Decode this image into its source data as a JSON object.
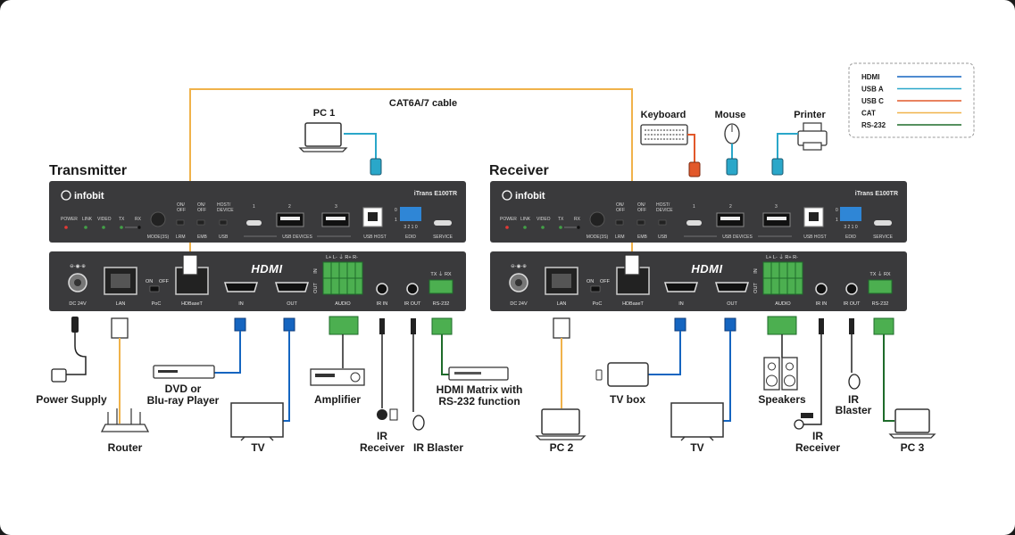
{
  "cable_label": "CAT6A/7 cable",
  "transmitter": {
    "title": "Transmitter",
    "brand": "infobit",
    "model": "iTrans E100TR",
    "top_labels": {
      "power": "POWER",
      "link": "LINK",
      "video": "VIDEO",
      "tx": "TX",
      "rx": "RX",
      "mode": "MODE(3S)",
      "onoff1": "ON/",
      "onoff1b": "OFF",
      "lrm": "LRM",
      "onoff2": "ON/",
      "onoff2b": "OFF",
      "emb": "EMB",
      "host1": "HOST/",
      "host2": "DEVICE",
      "usb": "USB",
      "p1": "1",
      "p2": "2",
      "p3": "3",
      "usb_devices": "USB DEVICES",
      "usb_host": "USB HOST",
      "edid": "EDID",
      "edid_nums": "3 2 1 0",
      "sw0": "0",
      "sw1": "1",
      "service": "SERVICE"
    },
    "bottom_labels": {
      "dc": "DC 24V",
      "lan": "LAN",
      "on": "ON",
      "off": "OFF",
      "poc": "PoC",
      "hdbaset": "HDBaseT",
      "hdmi_logo": "HDMI",
      "in": "IN",
      "out": "OUT",
      "audio": "AUDIO",
      "audio_in": "IN",
      "audio_out": "OUT",
      "audio_pins": "L+ L- ⏚ R+ R-",
      "ir_in": "IR IN",
      "ir_out": "IR OUT",
      "rs232": "RS-232",
      "rs_pins": "TX ⏚ RX"
    }
  },
  "receiver": {
    "title": "Receiver",
    "brand": "infobit",
    "model": "iTrans E100TR",
    "top_labels": {
      "power": "POWER",
      "link": "LINK",
      "video": "VIDEO",
      "tx": "TX",
      "rx": "RX",
      "mode": "MODE(3S)",
      "onoff1": "ON/",
      "onoff1b": "OFF",
      "lrm": "LRM",
      "onoff2": "ON/",
      "onoff2b": "OFF",
      "emb": "EMB",
      "host1": "HOST/",
      "host2": "DEVICE",
      "usb": "USB",
      "p1": "1",
      "p2": "2",
      "p3": "3",
      "usb_devices": "USB DEVICES",
      "usb_host": "USB HOST",
      "edid": "EDID",
      "edid_nums": "3 2 1 0",
      "sw0": "0",
      "sw1": "1",
      "service": "SERVICE"
    },
    "bottom_labels": {
      "dc": "DC 24V",
      "lan": "LAN",
      "on": "ON",
      "off": "OFF",
      "poc": "PoC",
      "hdbaset": "HDBaseT",
      "hdmi_logo": "HDMI",
      "in": "IN",
      "out": "OUT",
      "audio": "AUDIO",
      "audio_in": "IN",
      "audio_out": "OUT",
      "audio_pins": "L+ L- ⏚ R+ R-",
      "ir_in": "IR IN",
      "ir_out": "IR OUT",
      "rs232": "RS-232",
      "rs_pins": "TX ⏚ RX"
    }
  },
  "devices": {
    "pc1": "PC 1",
    "keyboard": "Keyboard",
    "mouse": "Mouse",
    "printer": "Printer",
    "power_supply": "Power Supply",
    "router": "Router",
    "dvd1": "DVD or",
    "dvd2": "Blu-ray Player",
    "tv_tx": "TV",
    "amplifier": "Amplifier",
    "ir_receiver_tx1": "IR",
    "ir_receiver_tx2": "Receiver",
    "ir_blaster_tx": "IR Blaster",
    "hdmi_matrix1": "HDMI Matrix with",
    "hdmi_matrix2": "RS-232 function",
    "pc2": "PC 2",
    "tvbox": "TV box",
    "tv_rx": "TV",
    "speakers": "Speakers",
    "ir_receiver_rx1": "IR",
    "ir_receiver_rx2": "Receiver",
    "ir_blaster_rx1": "IR",
    "ir_blaster_rx2": "Blaster",
    "pc3": "PC 3"
  },
  "legend": {
    "items": [
      {
        "label": "HDMI",
        "color": "#1565c0"
      },
      {
        "label": "USB A",
        "color": "#2aa7c9"
      },
      {
        "label": "USB C",
        "color": "#e2582a"
      },
      {
        "label": "CAT",
        "color": "#f0b24a"
      },
      {
        "label": "RS-232",
        "color": "#1e6b2a"
      }
    ]
  }
}
